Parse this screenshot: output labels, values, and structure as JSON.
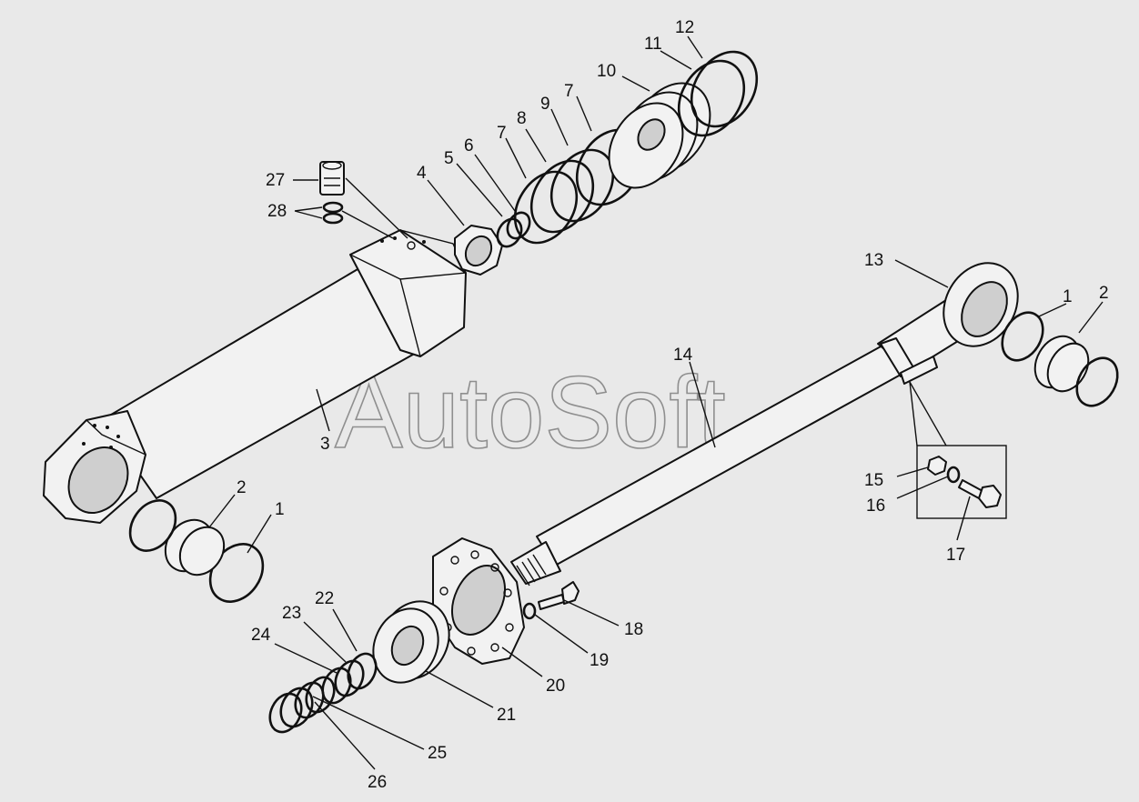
{
  "watermark": "AutoSoft",
  "callouts": {
    "c1a": "1",
    "c1b": "1",
    "c2a": "2",
    "c2b": "2",
    "c3": "3",
    "c4": "4",
    "c5": "5",
    "c6": "6",
    "c7a": "7",
    "c7b": "7",
    "c8": "8",
    "c9": "9",
    "c10": "10",
    "c11": "11",
    "c12": "12",
    "c13": "13",
    "c14": "14",
    "c15": "15",
    "c16": "16",
    "c17": "17",
    "c18": "18",
    "c19": "19",
    "c20": "20",
    "c21": "21",
    "c22": "22",
    "c23": "23",
    "c24": "24",
    "c25": "25",
    "c26": "26",
    "c27": "27",
    "c28": "28"
  }
}
